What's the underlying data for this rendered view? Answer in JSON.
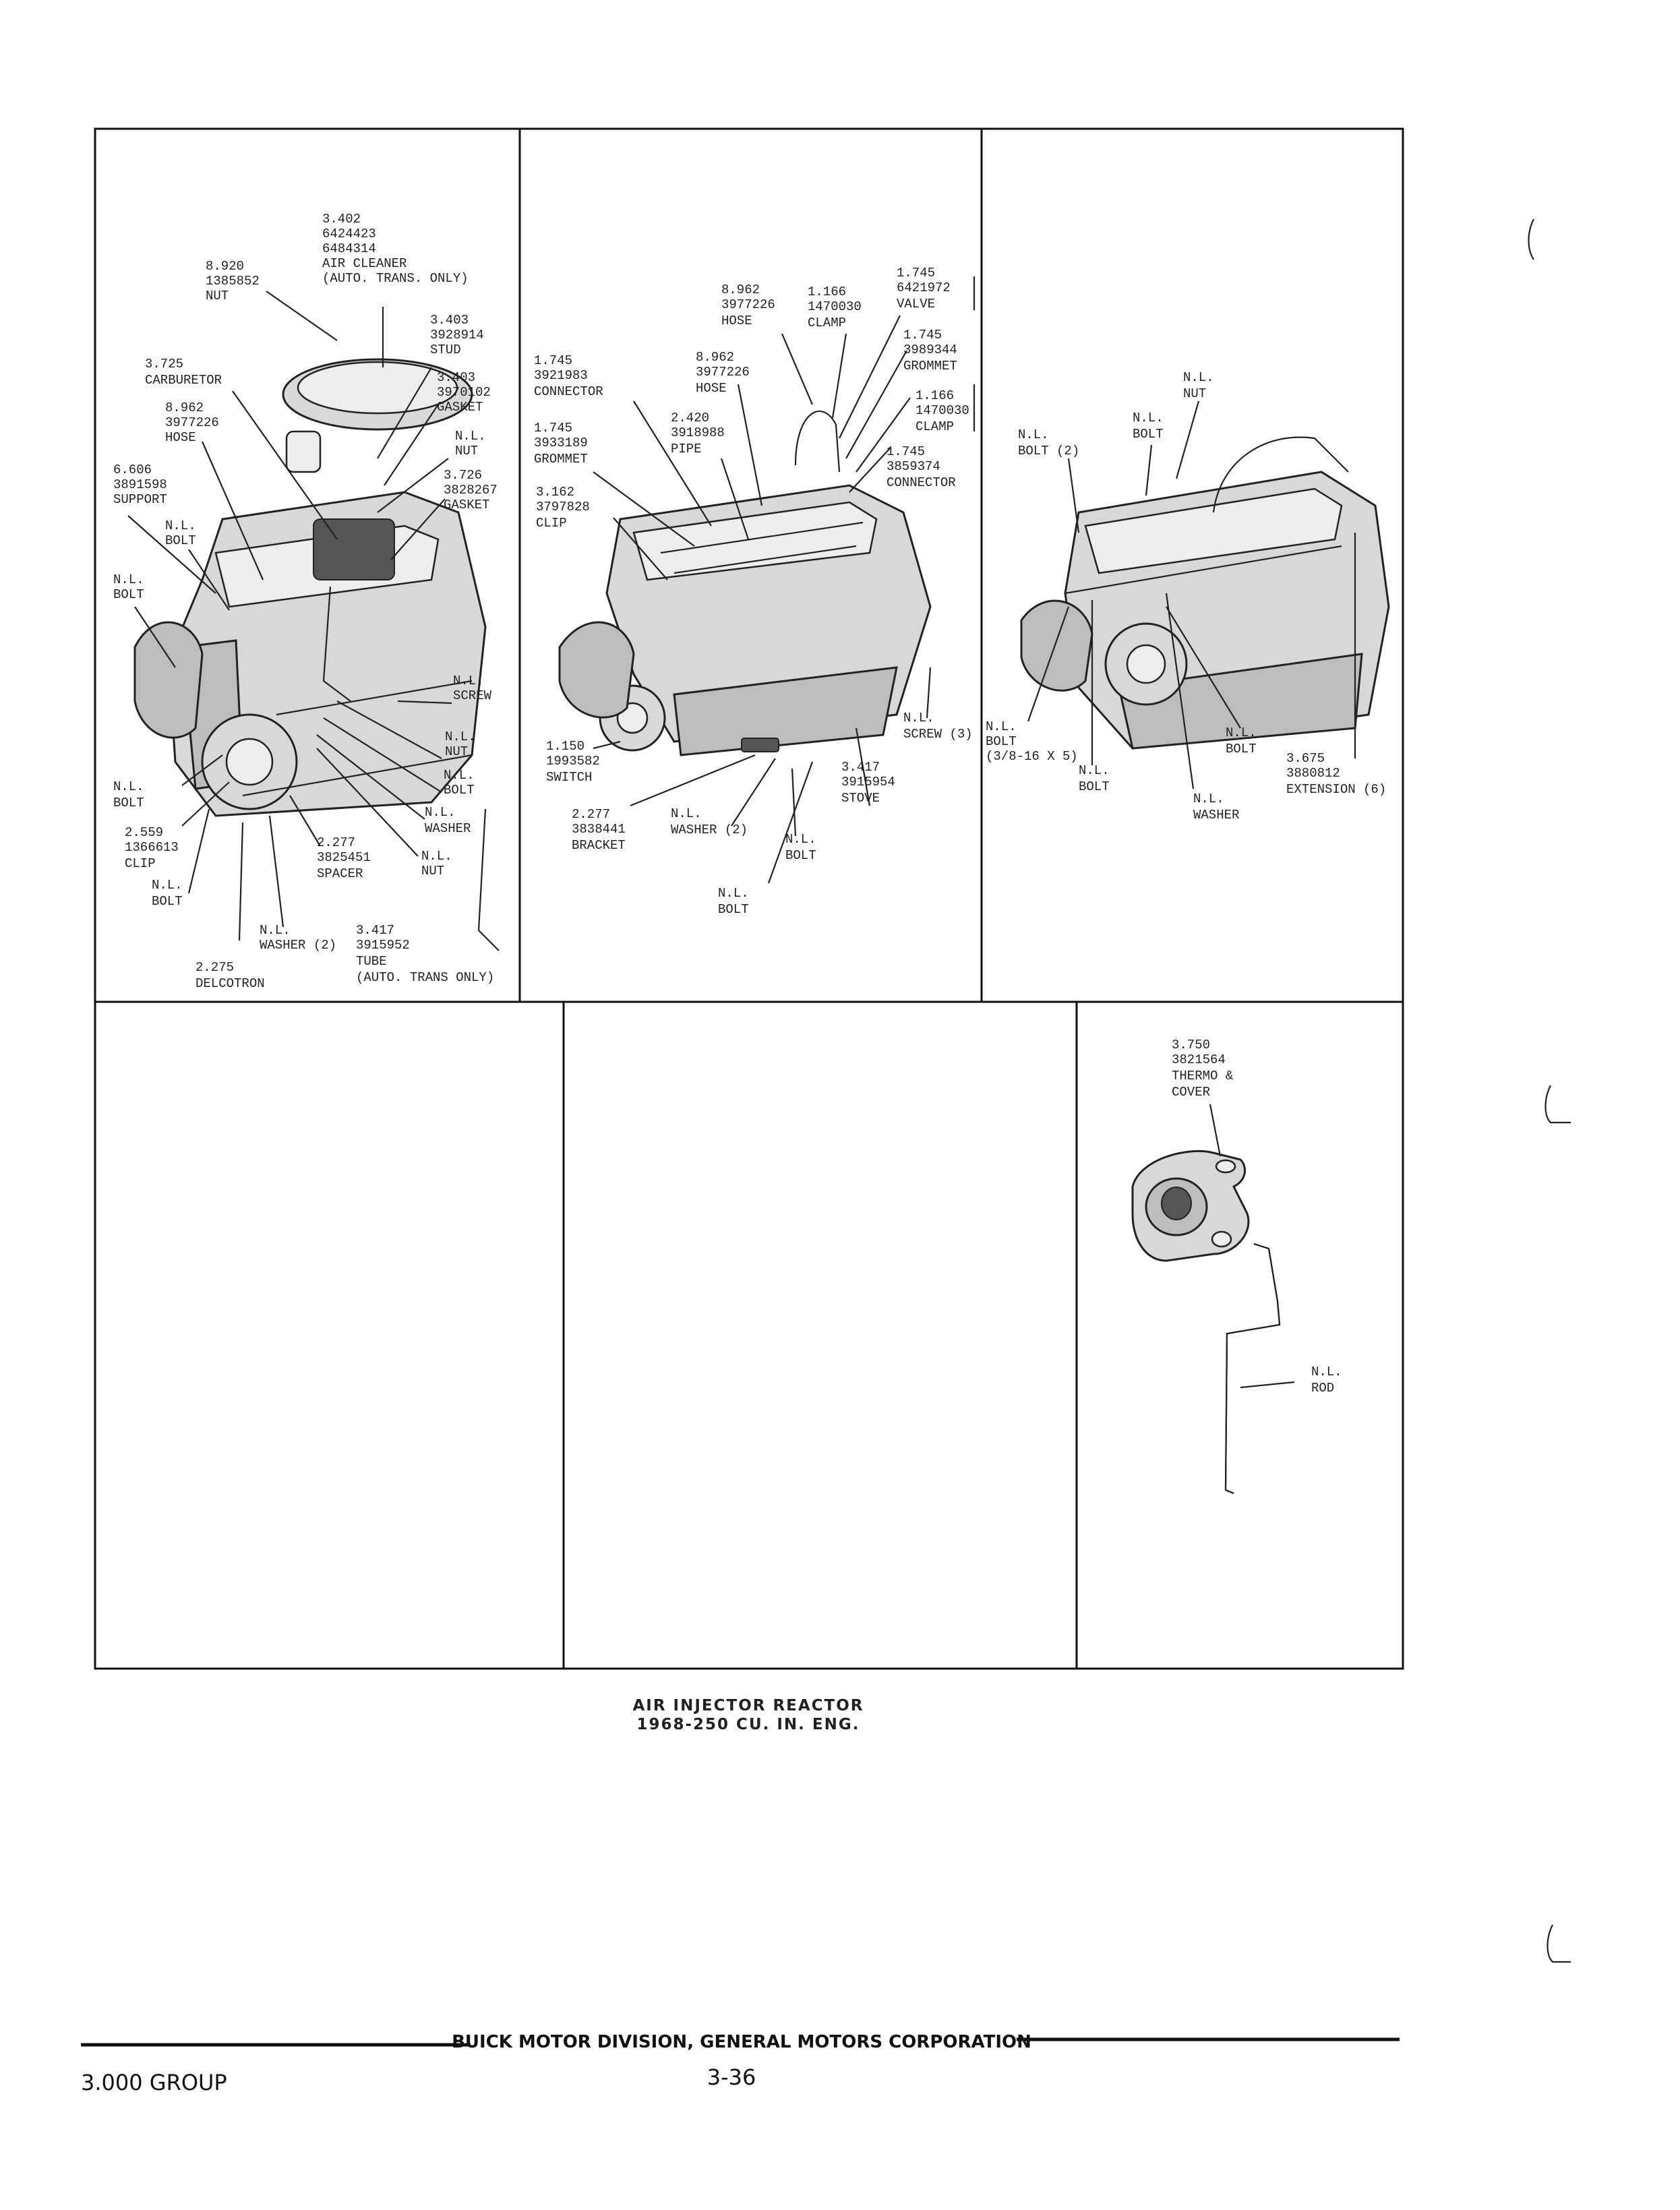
{
  "caption": {
    "line1": "AIR INJECTOR REACTOR",
    "line2": "1968-250 CU. IN. ENG."
  },
  "footer": {
    "company": "BUICK MOTOR DIVISION, GENERAL MOTORS CORPORATION",
    "group": "3.000 GROUP",
    "page": "3-36"
  },
  "panel1": {
    "callouts": [
      [
        "3.402",
        "6424423",
        "6484314",
        "AIR CLEANER",
        "(AUTO. TRANS. ONLY)"
      ],
      [
        "8.920",
        "1385852",
        "NUT"
      ],
      [
        "3.403",
        "3928914",
        "STUD"
      ],
      [
        "3.403",
        "3970102",
        "GASKET"
      ],
      [
        "3.725",
        "CARBURETOR"
      ],
      [
        "8.962",
        "3977226",
        "HOSE"
      ],
      [
        "N.L.",
        "NUT"
      ],
      [
        "3.726",
        "3828267",
        "GASKET"
      ],
      [
        "6.606",
        "3891598",
        "SUPPORT"
      ],
      [
        "N.L.",
        "BOLT"
      ],
      [
        "N.L.",
        "BOLT"
      ],
      [
        "N.L.",
        "SCREW"
      ],
      [
        "N.L.",
        "NUT"
      ],
      [
        "N.L.",
        "BOLT"
      ],
      [
        "N.L.",
        "WASHER"
      ],
      [
        "N.L.",
        "NUT"
      ],
      [
        "N.L.",
        "BOLT"
      ],
      [
        "2.559",
        "1366613",
        "CLIP"
      ],
      [
        "N.L.",
        "BOLT"
      ],
      [
        "2.277",
        "3825451",
        "SPACER"
      ],
      [
        "N.L.",
        "WASHER (2)"
      ],
      [
        "3.417",
        "3915952",
        "TUBE",
        "(AUTO. TRANS ONLY)"
      ],
      [
        "2.275",
        "DELCOTRON"
      ]
    ]
  },
  "panel2": {
    "callouts": [
      [
        "8.962",
        "3977226",
        "HOSE"
      ],
      [
        "1.166",
        "1470030",
        "CLAMP"
      ],
      [
        "1.745",
        "6421972",
        "VALVE"
      ],
      [
        "1.745",
        "3989344",
        "GROMMET"
      ],
      [
        "1.745",
        "3921983",
        "CONNECTOR"
      ],
      [
        "8.962",
        "3977226",
        "HOSE"
      ],
      [
        "1.166",
        "1470030",
        "CLAMP"
      ],
      [
        "1.745",
        "3933189",
        "GROMMET"
      ],
      [
        "2.420",
        "3918988",
        "PIPE"
      ],
      [
        "1.745",
        "3859374",
        "CONNECTOR"
      ],
      [
        "3.162",
        "3797828",
        "CLIP"
      ],
      [
        "1.150",
        "1993582",
        "SWITCH"
      ],
      [
        "N.L.",
        "SCREW (3)"
      ],
      [
        "3.417",
        "3915954",
        "STOVE"
      ],
      [
        "2.277",
        "3838441",
        "BRACKET"
      ],
      [
        "N.L.",
        "WASHER (2)"
      ],
      [
        "N.L.",
        "BOLT"
      ],
      [
        "N.L.",
        "BOLT"
      ]
    ]
  },
  "panel3": {
    "callouts": [
      [
        "N.L.",
        "NUT"
      ],
      [
        "N.L.",
        "BOLT"
      ],
      [
        "N.L.",
        "BOLT (2)"
      ],
      [
        "N.L.",
        "BOLT",
        "(3/8-16 X 5)"
      ],
      [
        "N.L.",
        "BOLT"
      ],
      [
        "N.L.",
        "BOLT"
      ],
      [
        "3.675",
        "3880812",
        "EXTENSION (6)"
      ],
      [
        "N.L.",
        "WASHER"
      ]
    ]
  },
  "panel6": {
    "callouts": [
      [
        "3.750",
        "3821564",
        "THERMO &",
        "COVER"
      ],
      [
        "N.L.",
        "ROD"
      ]
    ]
  }
}
